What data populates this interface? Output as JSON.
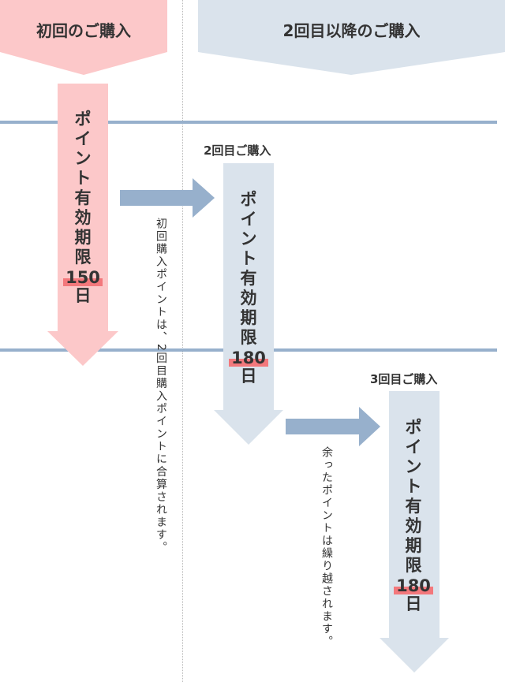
{
  "header": {
    "first_purchase": "初回のご購入",
    "later_purchases": "2回目以降のご購入"
  },
  "first": {
    "title_lines": [
      "ポ",
      "イ",
      "ン",
      "ト",
      "有",
      "効",
      "期",
      "限"
    ],
    "days": "150",
    "unit": "日"
  },
  "second": {
    "label": "2回目ご購入",
    "title_lines": [
      "ポ",
      "イ",
      "ン",
      "ト",
      "有",
      "効",
      "期",
      "限"
    ],
    "days": "180",
    "unit": "日"
  },
  "third": {
    "label": "3回目ご購入",
    "title_lines": [
      "ポ",
      "イ",
      "ン",
      "ト",
      "有",
      "効",
      "期",
      "限"
    ],
    "days": "180",
    "unit": "日"
  },
  "notes": {
    "merge": "初回購入ポイントは、2回目購入ポイントに合算されます。",
    "carry_over": "余ったポイントは繰り越されます。"
  },
  "colors": {
    "pink": "#fcc8c9",
    "blue_gray": "#dae3ec",
    "arrow_blue": "#97b0cc",
    "highlight": "#f3787c"
  }
}
